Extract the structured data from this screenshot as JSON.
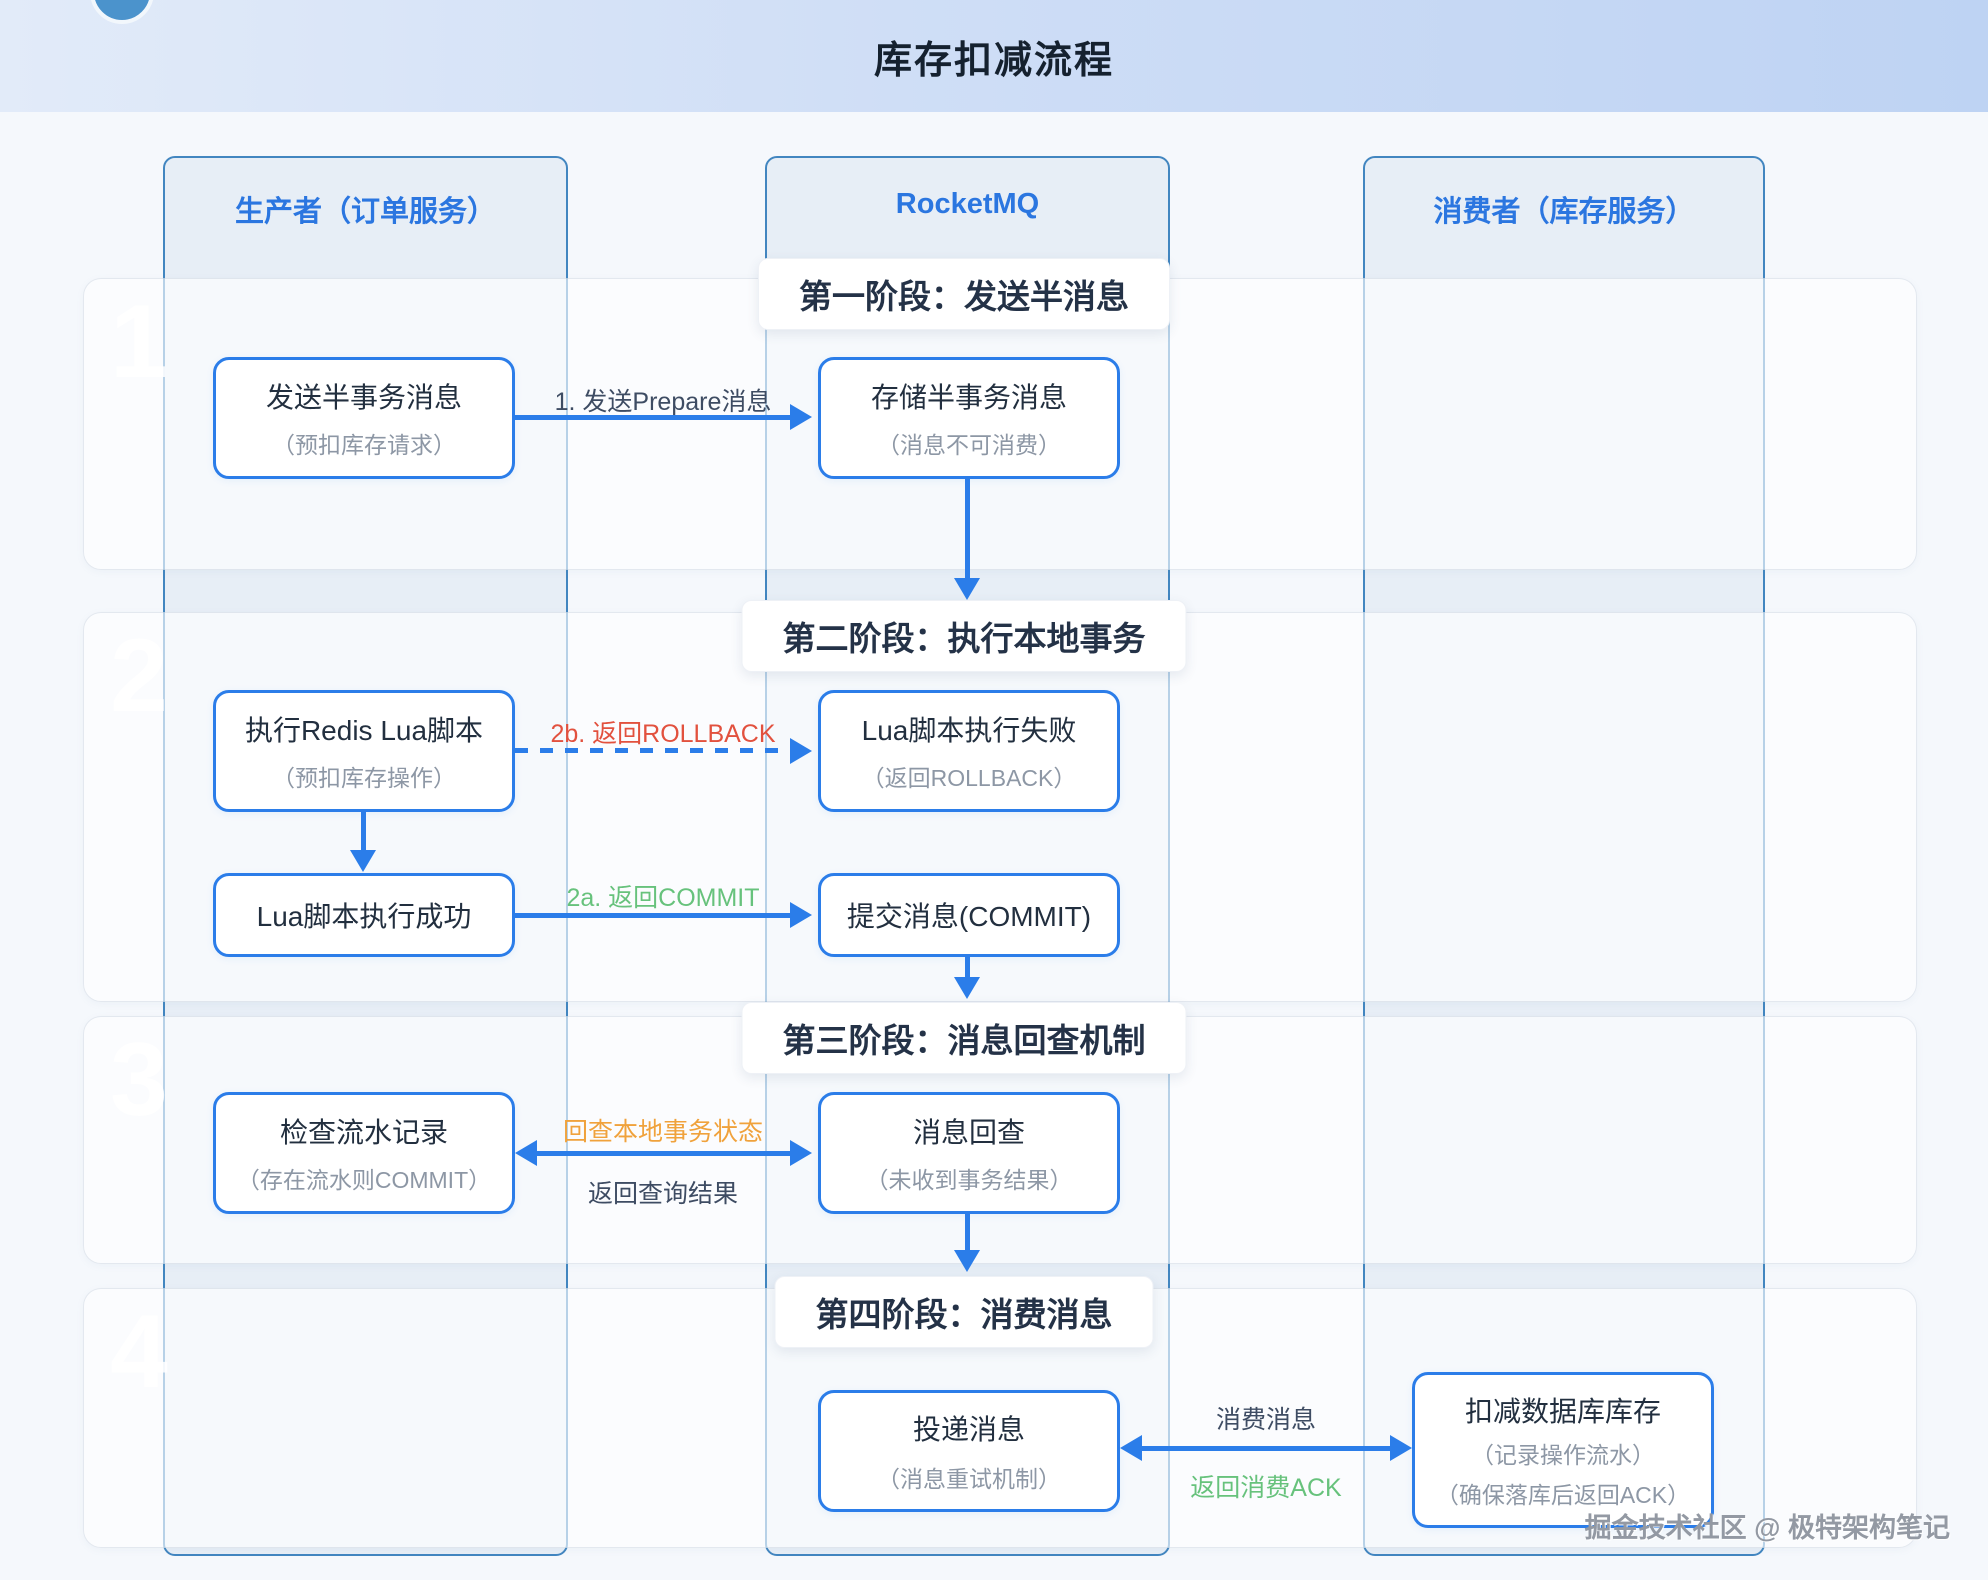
{
  "header": {
    "title": "库存扣减流程"
  },
  "lanes": [
    {
      "label": "生产者（订单服务）"
    },
    {
      "label": "RocketMQ"
    },
    {
      "label": "消费者（库存服务）"
    }
  ],
  "phases": [
    {
      "num": "1",
      "title": "第一阶段：发送半消息"
    },
    {
      "num": "2",
      "title": "第二阶段：执行本地事务"
    },
    {
      "num": "3",
      "title": "第三阶段：消息回查机制"
    },
    {
      "num": "4",
      "title": "第四阶段：消费消息"
    }
  ],
  "nodes": {
    "send_half": {
      "title": "发送半事务消息",
      "sub": "（预扣库存请求）"
    },
    "store_half": {
      "title": "存储半事务消息",
      "sub": "（消息不可消费）"
    },
    "exec_lua": {
      "title": "执行Redis Lua脚本",
      "sub": "（预扣库存操作）"
    },
    "lua_fail": {
      "title": "Lua脚本执行失败",
      "sub": "（返回ROLLBACK）"
    },
    "lua_success": {
      "title": "Lua脚本执行成功"
    },
    "commit_msg": {
      "title": "提交消息(COMMIT)"
    },
    "check_record": {
      "title": "检查流水记录",
      "sub": "（存在流水则COMMIT）"
    },
    "msg_check": {
      "title": "消息回查",
      "sub": "（未收到事务结果）"
    },
    "deliver_msg": {
      "title": "投递消息",
      "sub": "（消息重试机制）"
    },
    "deduct_db": {
      "title": "扣减数据库库存",
      "sub": "（记录操作流水）",
      "sub2": "（确保落库后返回ACK）"
    }
  },
  "edges": {
    "prepare": {
      "label": "1. 发送Prepare消息"
    },
    "rollback": {
      "label": "2b. 返回ROLLBACK"
    },
    "commit": {
      "label": "2a. 返回COMMIT"
    },
    "checkback": {
      "label_top": "回查本地事务状态",
      "label_bottom": "返回查询结果"
    },
    "consume": {
      "label_top": "消费消息",
      "label_bottom": "返回消费ACK"
    }
  },
  "watermark": {
    "text": "掘金技术社区 @ 极特架构笔记"
  },
  "colors": {
    "accent_blue": "#2b7de9",
    "lane_border": "#4286c0",
    "lane_title": "#2b76e0",
    "error_red": "#e2513e",
    "success_green": "#67c27c",
    "warn_orange": "#f0a23c",
    "header_gradient_from": "#e2ebf9",
    "header_gradient_to": "#bed3f3"
  }
}
